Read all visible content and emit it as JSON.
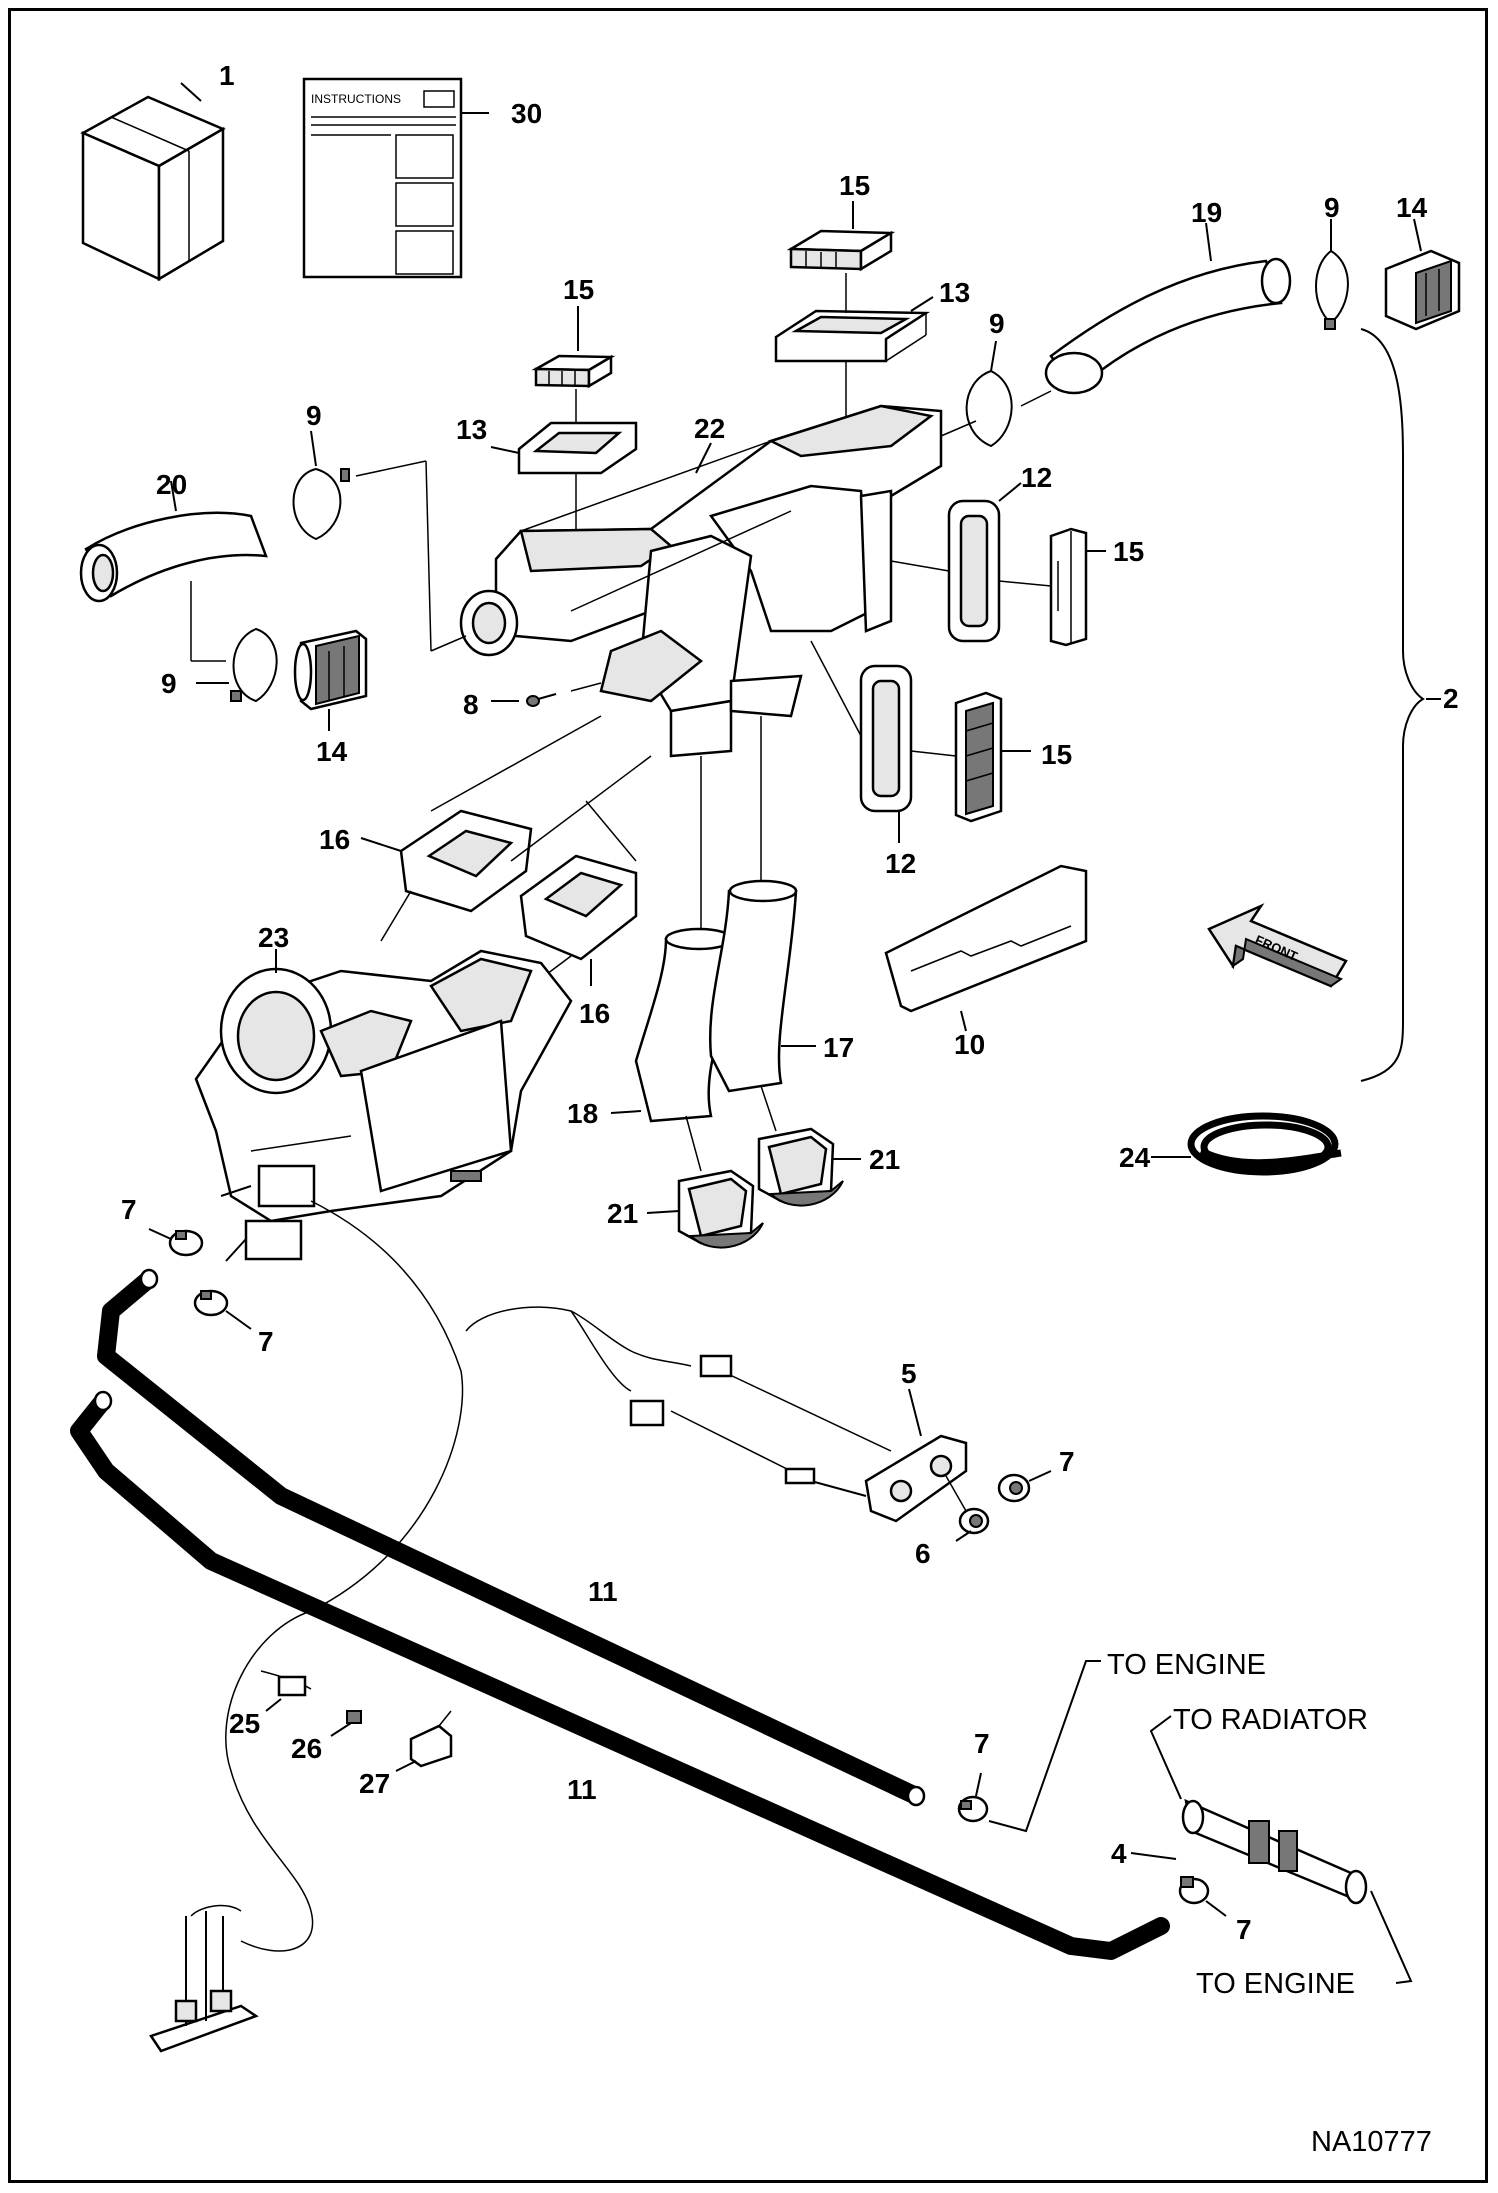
{
  "drawing_id": "NA10777",
  "instructions_label": "INSTRUCTIONS",
  "front_label": "FRONT",
  "routing": {
    "to_engine_upper": "TO ENGINE",
    "to_radiator": "TO RADIATOR",
    "to_engine_lower": "TO ENGINE"
  },
  "callouts": [
    "1",
    "30",
    "15",
    "13",
    "19",
    "9",
    "14",
    "15",
    "13",
    "9",
    "22",
    "9",
    "20",
    "12",
    "15",
    "9",
    "14",
    "8",
    "15",
    "12",
    "2",
    "16",
    "23",
    "16",
    "17",
    "10",
    "18",
    "21",
    "24",
    "21",
    "7",
    "7",
    "5",
    "7",
    "6",
    "11",
    "25",
    "26",
    "27",
    "11",
    "7",
    "4",
    "7"
  ]
}
